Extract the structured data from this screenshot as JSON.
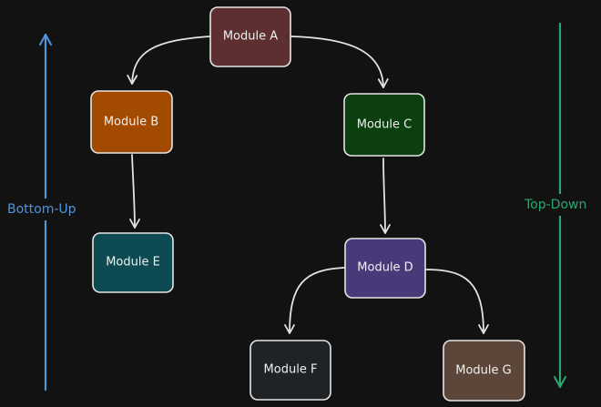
{
  "diagram": {
    "nodes": {
      "a": {
        "label": "Module A",
        "fill": "#5e2f31"
      },
      "b": {
        "label": "Module B",
        "fill": "#a14a00"
      },
      "c": {
        "label": "Module C",
        "fill": "#0b3f10"
      },
      "d": {
        "label": "Module D",
        "fill": "#4a3979"
      },
      "e": {
        "label": "Module E",
        "fill": "#0e4a51"
      },
      "f": {
        "label": "Module F",
        "fill": "#1f2326"
      },
      "g": {
        "label": "Module G",
        "fill": "#5c4639"
      }
    },
    "edges": [
      {
        "from": "Module A",
        "to": "Module B"
      },
      {
        "from": "Module A",
        "to": "Module C"
      },
      {
        "from": "Module B",
        "to": "Module E"
      },
      {
        "from": "Module C",
        "to": "Module D"
      },
      {
        "from": "Module D",
        "to": "Module F"
      },
      {
        "from": "Module D",
        "to": "Module G"
      }
    ],
    "bottom_up": {
      "label": "Bottom-Up",
      "color": "#4f95d8"
    },
    "top_down": {
      "label": "Top-Down",
      "color": "#2aa66f"
    }
  }
}
